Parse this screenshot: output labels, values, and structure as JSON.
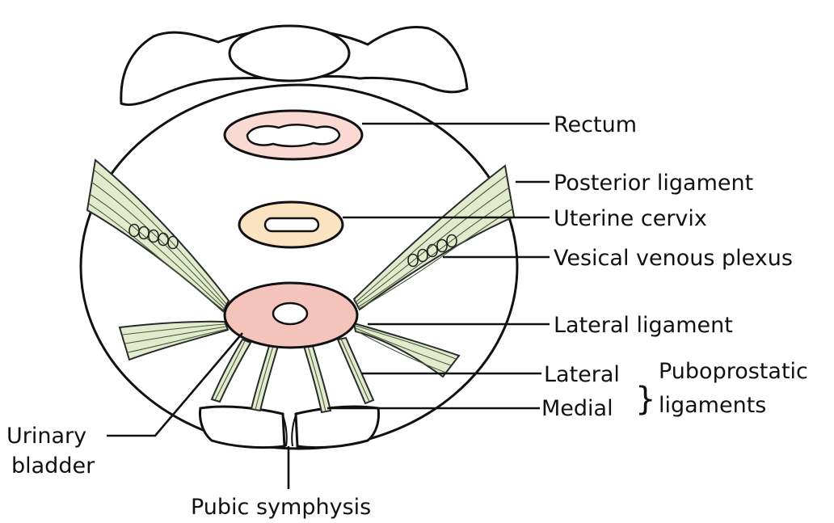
{
  "labels": {
    "rectum": "Rectum",
    "posterior_ligament": "Posterior ligament",
    "uterine_cervix": "Uterine cervix",
    "vesical_venous_plexus": "Vesical venous plexus",
    "lateral_ligament": "Lateral ligament",
    "lateral": "Lateral",
    "medial": "Medial",
    "puboprostatic": "Puboprostatic",
    "ligaments": "ligaments",
    "urinary": "Urinary",
    "bladder": "bladder",
    "pubic_symphysis": "Pubic symphysis"
  },
  "colors": {
    "rectum_fill": "#f9d9d2",
    "cervix_fill": "#fbe3c2",
    "bladder_fill": "#f4c3bc",
    "ligament_fill": "#e3ebcf",
    "outline": "#111111"
  }
}
